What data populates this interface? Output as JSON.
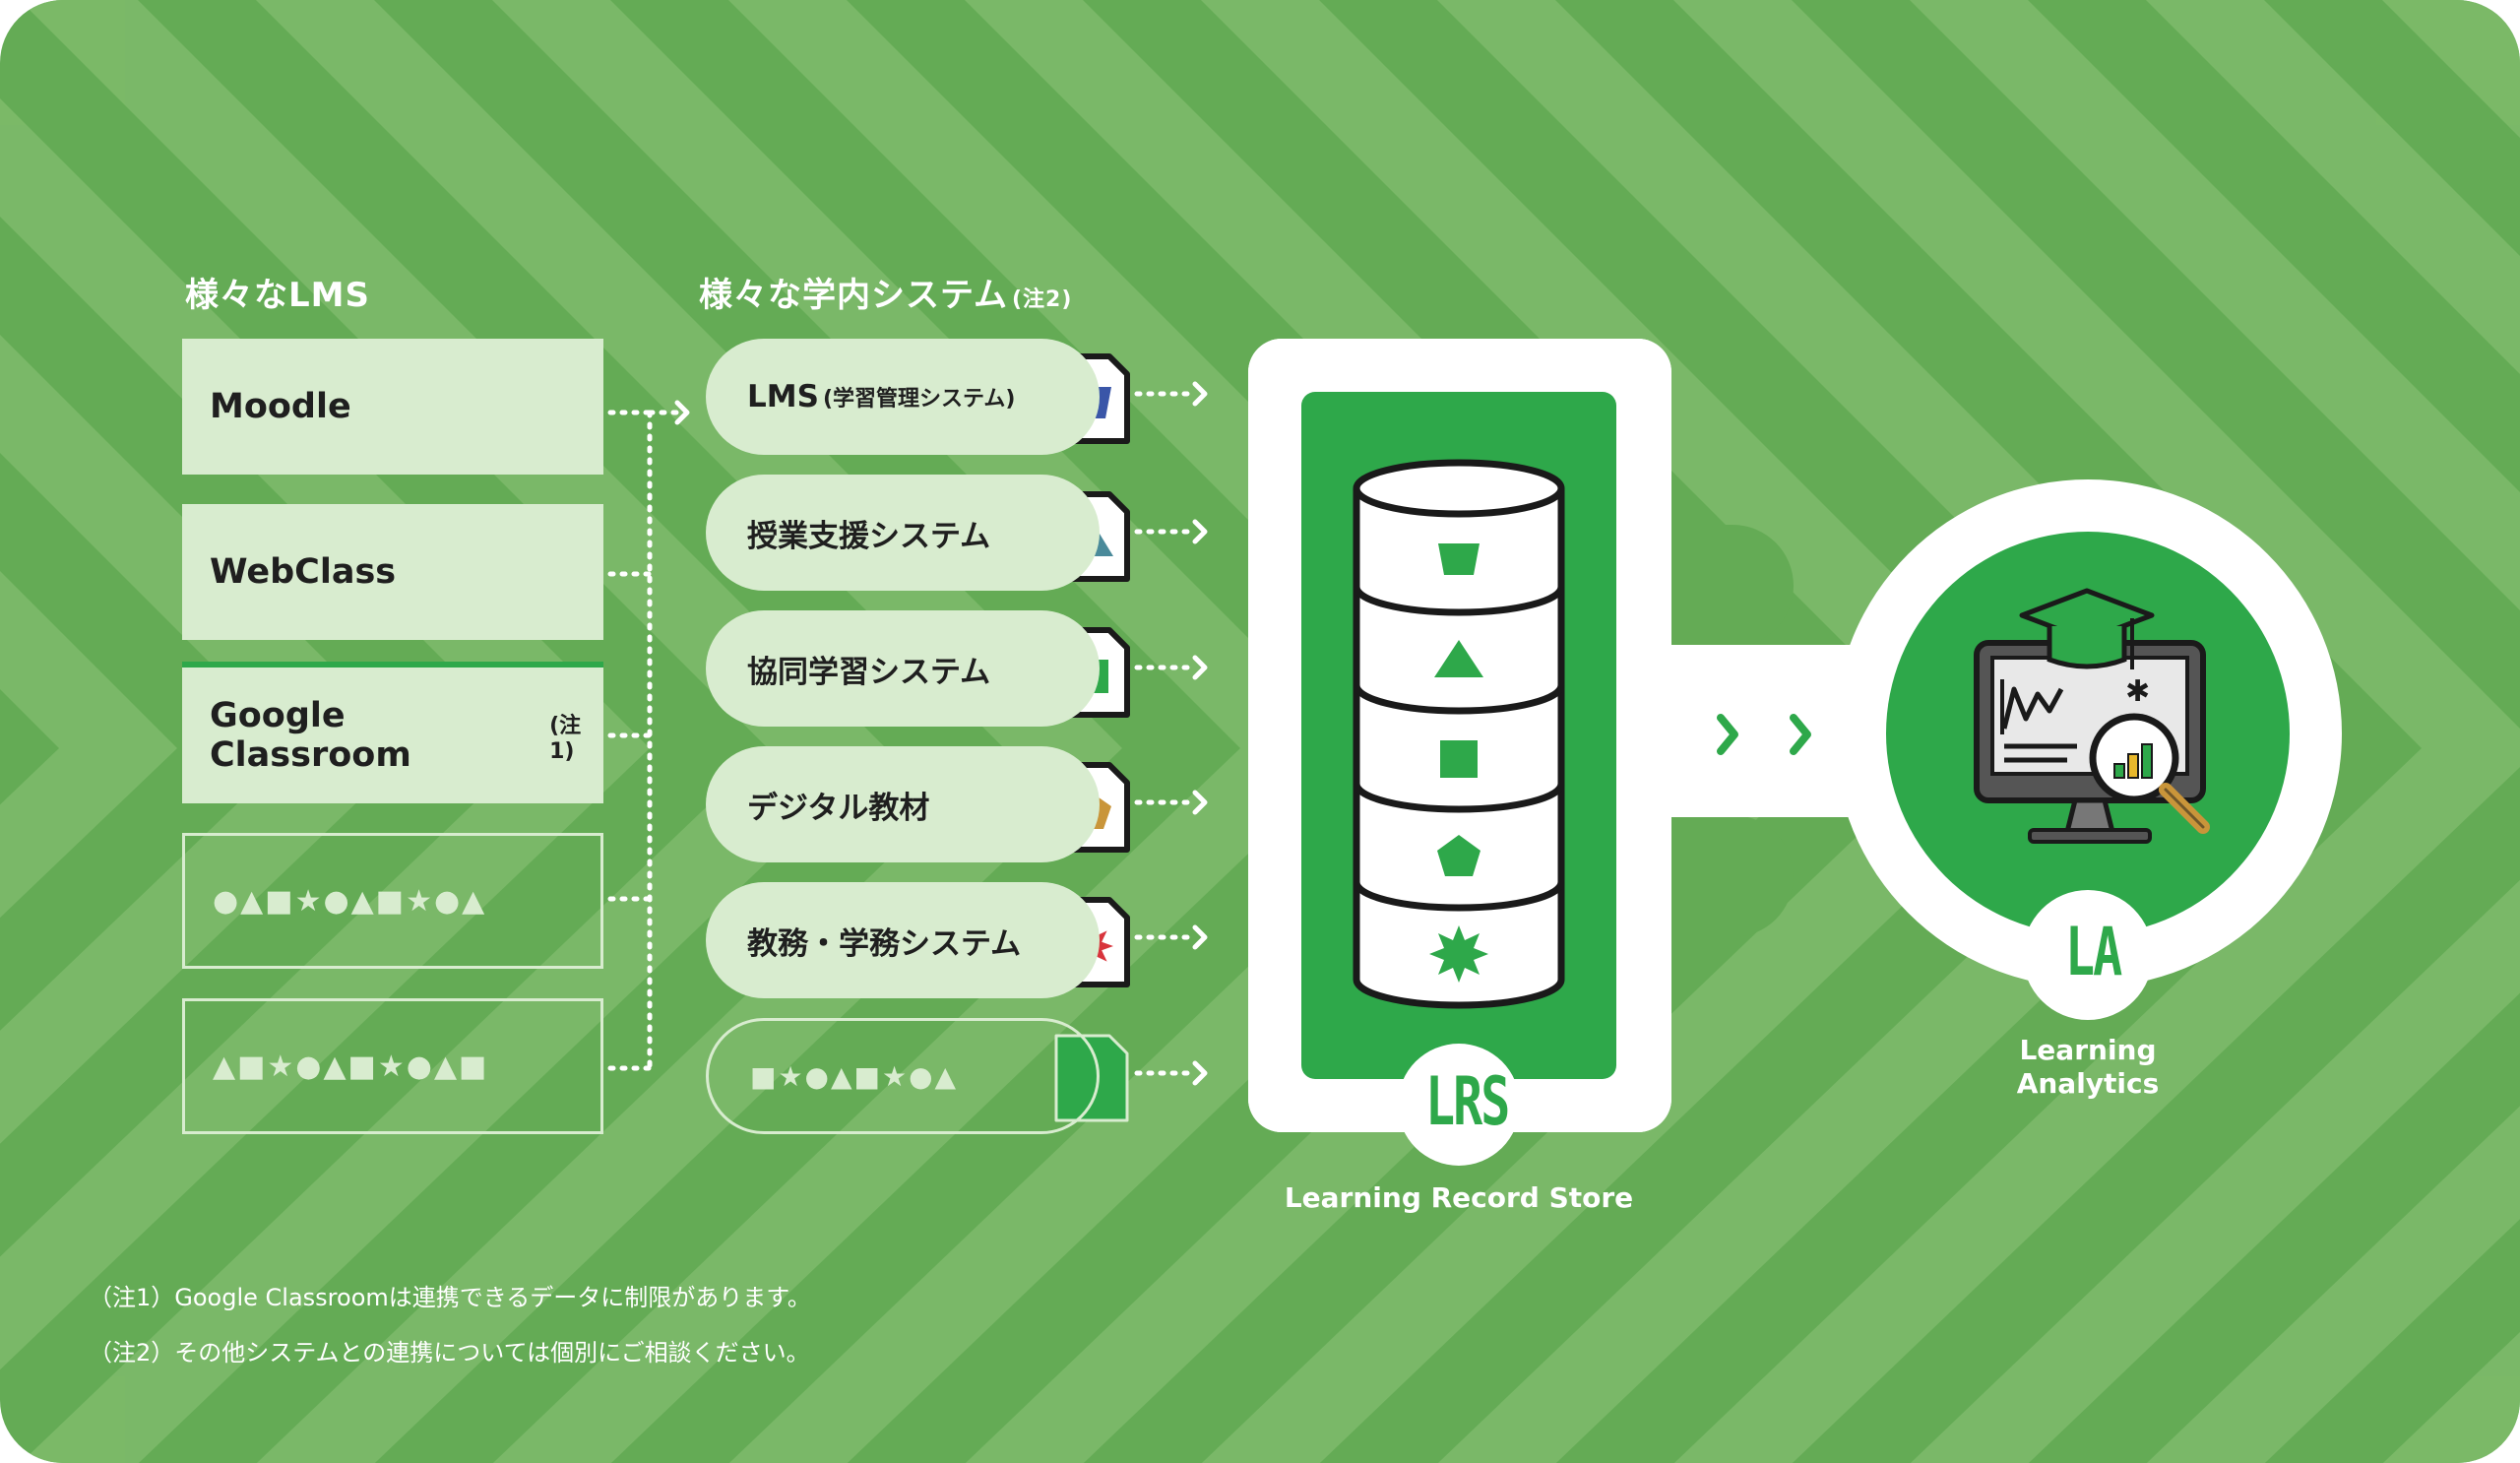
{
  "colors": {
    "bg_green": "#64ab55",
    "stripe_green": "#7fbb6c",
    "accent_green": "#2ea84a",
    "light_fill": "#d8eccf",
    "white": "#ffffff"
  },
  "lms": {
    "heading": "様々なLMS",
    "items": [
      {
        "label": "Moodle"
      },
      {
        "label": "WebClass"
      },
      {
        "label": "Google Classroom",
        "note": "(注1)"
      },
      {
        "label": "●▲■★●▲■★●▲"
      },
      {
        "label": "▲■★●▲■★●▲■"
      }
    ]
  },
  "systems": {
    "heading": "様々な学内システム",
    "heading_note": "(注2)",
    "items": [
      {
        "label": "LMS",
        "note": "(学習管理システム)",
        "icon": "trapezoid-icon",
        "icon_color": "#3a56a8"
      },
      {
        "label": "授業支援システム",
        "icon": "triangle-icon",
        "icon_color": "#4a8a9a"
      },
      {
        "label": "協同学習システム",
        "icon": "square-icon",
        "icon_color": "#2ea84a"
      },
      {
        "label": "デジタル教材",
        "icon": "pentagon-icon",
        "icon_color": "#c9953a"
      },
      {
        "label": "教務・学務システム",
        "icon": "starburst-icon",
        "icon_color": "#d8343c"
      },
      {
        "label": "■★●▲■★●▲",
        "icon": "blank-document-icon",
        "icon_color": "#2ea84a"
      }
    ]
  },
  "lrs": {
    "badge": "LRS",
    "caption": "Learning Record Store",
    "icons": [
      "trapezoid-icon",
      "triangle-icon",
      "square-icon",
      "pentagon-icon",
      "starburst-icon"
    ]
  },
  "la": {
    "badge": "LA",
    "caption_line1": "Learning",
    "caption_line2": "Analytics",
    "icon": "analytics-monitor-icon"
  },
  "notes": [
    "（注1）Google Classroomは連携できるデータに制限があります。",
    "（注2）その他システムとの連携については個別にご相談ください。"
  ]
}
